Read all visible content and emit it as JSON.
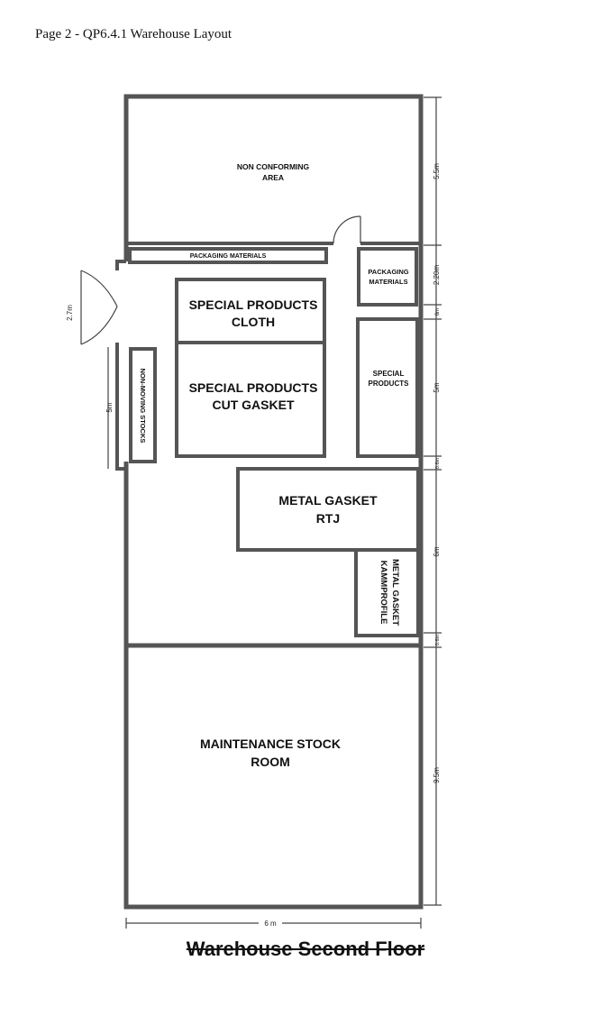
{
  "page": {
    "header": "Page 2 - QP6.4.1 Warehouse Layout",
    "title": "Warehouse Second Floor"
  },
  "rooms": {
    "non_conforming_1": "NON CONFORMING",
    "non_conforming_2": "AREA",
    "packaging_strip": "PACKAGING MATERIALS",
    "packaging_box_1": "PACKAGING",
    "packaging_box_2": "MATERIALS",
    "sp_cloth_1": "SPECIAL PRODUCTS",
    "sp_cloth_2": "CLOTH",
    "sp_cut_1": "SPECIAL PRODUCTS",
    "sp_cut_2": "CUT GASKET",
    "special_1": "SPECIAL",
    "special_2": "PRODUCTS",
    "non_moving": "NON-MOVING STOCKS",
    "metal_rtj_1": "METAL GASKET",
    "metal_rtj_2": "RTJ",
    "metal_kamm_1": "METAL GASKET",
    "metal_kamm_2": "KAMMPROFILE",
    "maintenance_1": "MAINTENANCE STOCK",
    "maintenance_2": "ROOM"
  },
  "dimensions": {
    "d_5_5": "5.5m",
    "d_2_20": "2.20m",
    "d_6a": "6m",
    "d_5a": "5m",
    "d_0_6a": "0.6m",
    "d_6b": "6m",
    "d_0_6b": "0.6m",
    "d_9_5": "9.5m",
    "d_door": "2.7m",
    "d_left_5": "5m",
    "d_width": "6 m"
  }
}
